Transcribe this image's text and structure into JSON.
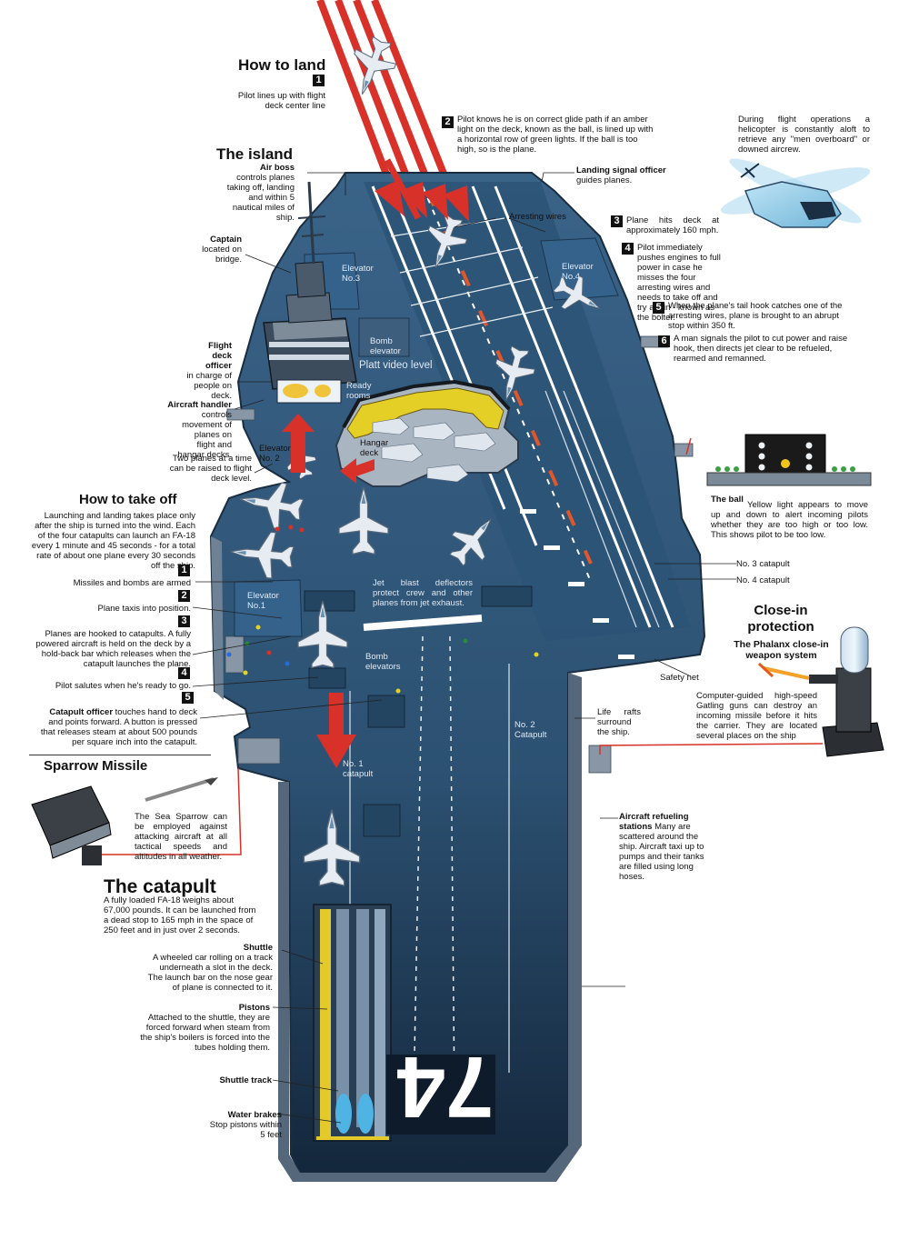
{
  "how_to_land": {
    "title": "How to land",
    "steps": [
      {
        "n": "1",
        "text": "Pilot lines up with flight deck center line"
      },
      {
        "n": "2",
        "text": "Pilot knows he is on correct glide path if an amber light on the deck, known as the ball, is lined up with a horizontal row of green lights. If the ball is too high, so is the plane."
      },
      {
        "n": "3",
        "text": "Plane hits deck at approximately 160 mph."
      },
      {
        "n": "4",
        "text": "Pilot immediately pushes engines to full power in case he misses the four arresting wires and needs to take off and try again - known as the bolter."
      },
      {
        "n": "5",
        "text": "When the plane's tail hook catches one of the arresting wires, plane is brought to an abrupt stop within 350 ft."
      },
      {
        "n": "6",
        "text": "A man signals the pilot to cut power and raise hook, then directs jet clear to be refueled, rearmed and remanned."
      }
    ]
  },
  "helicopter": {
    "text": "During flight operations a helicopter is constantly aloft to retrieve any \"men overboard\" or downed aircrew."
  },
  "landing_signal": {
    "title": "Landing signal officer",
    "text": "guides planes."
  },
  "island": {
    "title": "The island",
    "air_boss": {
      "title": "Air boss",
      "text": "controls planes taking off, landing and within 5 nautical miles of ship."
    },
    "captain": {
      "title": "Captain",
      "text": "located on bridge."
    },
    "flight_deck_officer": {
      "title": "Flight deck officer",
      "text": "in charge of people on deck."
    },
    "aircraft_handler": {
      "title": "Aircraft handler",
      "text": "controls movement of planes on flight and hangar decks."
    },
    "two_planes": "Two planes at a time can be raised to flight deck level."
  },
  "deck_labels": {
    "arresting_wires": "Arresting wires",
    "elevator3": "Elevator No.3",
    "elevator4": "Elevator No.4",
    "bomb_elevator": "Bomb elevator",
    "platt": "Platt video level",
    "ready_rooms": "Ready rooms",
    "hangar_deck": "Hangar deck",
    "elevator2": "Elevator No. 2",
    "elevator1": "Elevator No.1",
    "jet_blast": "Jet blast deflectors protect crew and other planes from jet exhaust.",
    "bomb_elevators": "Bomb elevators",
    "no1_catapult": "No. 1 catapult",
    "no2_catapult": "No. 2 Catapult",
    "no3_catapult": "No. 3 catapult",
    "no4_catapult": "No. 4 catapult",
    "safety_net": "Safety net",
    "life_rafts": "Life rafts surround the ship.",
    "hull_number": "74"
  },
  "the_ball": {
    "title": "The ball",
    "text": "Yellow light appears to move up and down to alert incoming pilots whether they are too high or too low. This shows pilot to be too low."
  },
  "how_to_take_off": {
    "title": "How to take off",
    "intro": "Launching and landing takes place only after the ship is turned into the wind. Each of the four catapults can launch an FA-18 every 1 minute and 45 seconds - for a total rate of about one plane every 30 seconds off the ship.",
    "steps": [
      {
        "n": "1",
        "text": "Missiles and bombs are armed"
      },
      {
        "n": "2",
        "text": "Plane taxis into position."
      },
      {
        "n": "3",
        "text": "Planes are hooked to catapults. A fully powered aircraft is held on the deck by a hold-back bar which releases when the catapult launches the plane."
      },
      {
        "n": "4",
        "text": "Pilot salutes when he's ready to go."
      },
      {
        "n": "5",
        "text": ""
      }
    ],
    "catapult_officer": {
      "title": "Catapult officer",
      "text": "touches hand to deck and points forward. A button is pressed that releases steam at about 500 pounds per square inch into the catapult."
    }
  },
  "close_in": {
    "title": "Close-in protection",
    "subtitle": "The Phalanx close-in weapon system",
    "text": "Computer-guided high-speed Gatling guns can destroy an incoming missile before it hits the carrier. They are located several places on the ship"
  },
  "sparrow": {
    "title": "Sparrow Missile",
    "text": "The Sea Sparrow can be employed against attacking aircraft at all tactical speeds and altitudes in all weather."
  },
  "refueling": {
    "title": "Aircraft refueling stations",
    "text": "Many are scattered around the ship. Aircraft taxi up to pumps and their tanks are filled using long hoses."
  },
  "catapult": {
    "title": "The catapult",
    "text": "A fully loaded FA-18 weighs about 67,000 pounds. It can be launched from a dead stop to 165 mph in the space of 250 feet and in just over 2 seconds.",
    "shuttle": {
      "title": "Shuttle",
      "text": "A wheeled car rolling on a track underneath a slot in the deck. The launch bar on the nose gear of plane is connected to it."
    },
    "pistons": {
      "title": "Pistons",
      "text": "Attached to the shuttle, they are forced forward when steam from the ship's boilers is forced into the tubes holding them."
    },
    "shuttle_track": "Shuttle track",
    "water_brakes": {
      "title": "Water brakes",
      "text": "Stop pistons within 5 feet"
    }
  },
  "colors": {
    "deck": "#2f5577",
    "deck_dark": "#1d3550",
    "red": "#d8312a",
    "yellow": "#f0d020"
  }
}
